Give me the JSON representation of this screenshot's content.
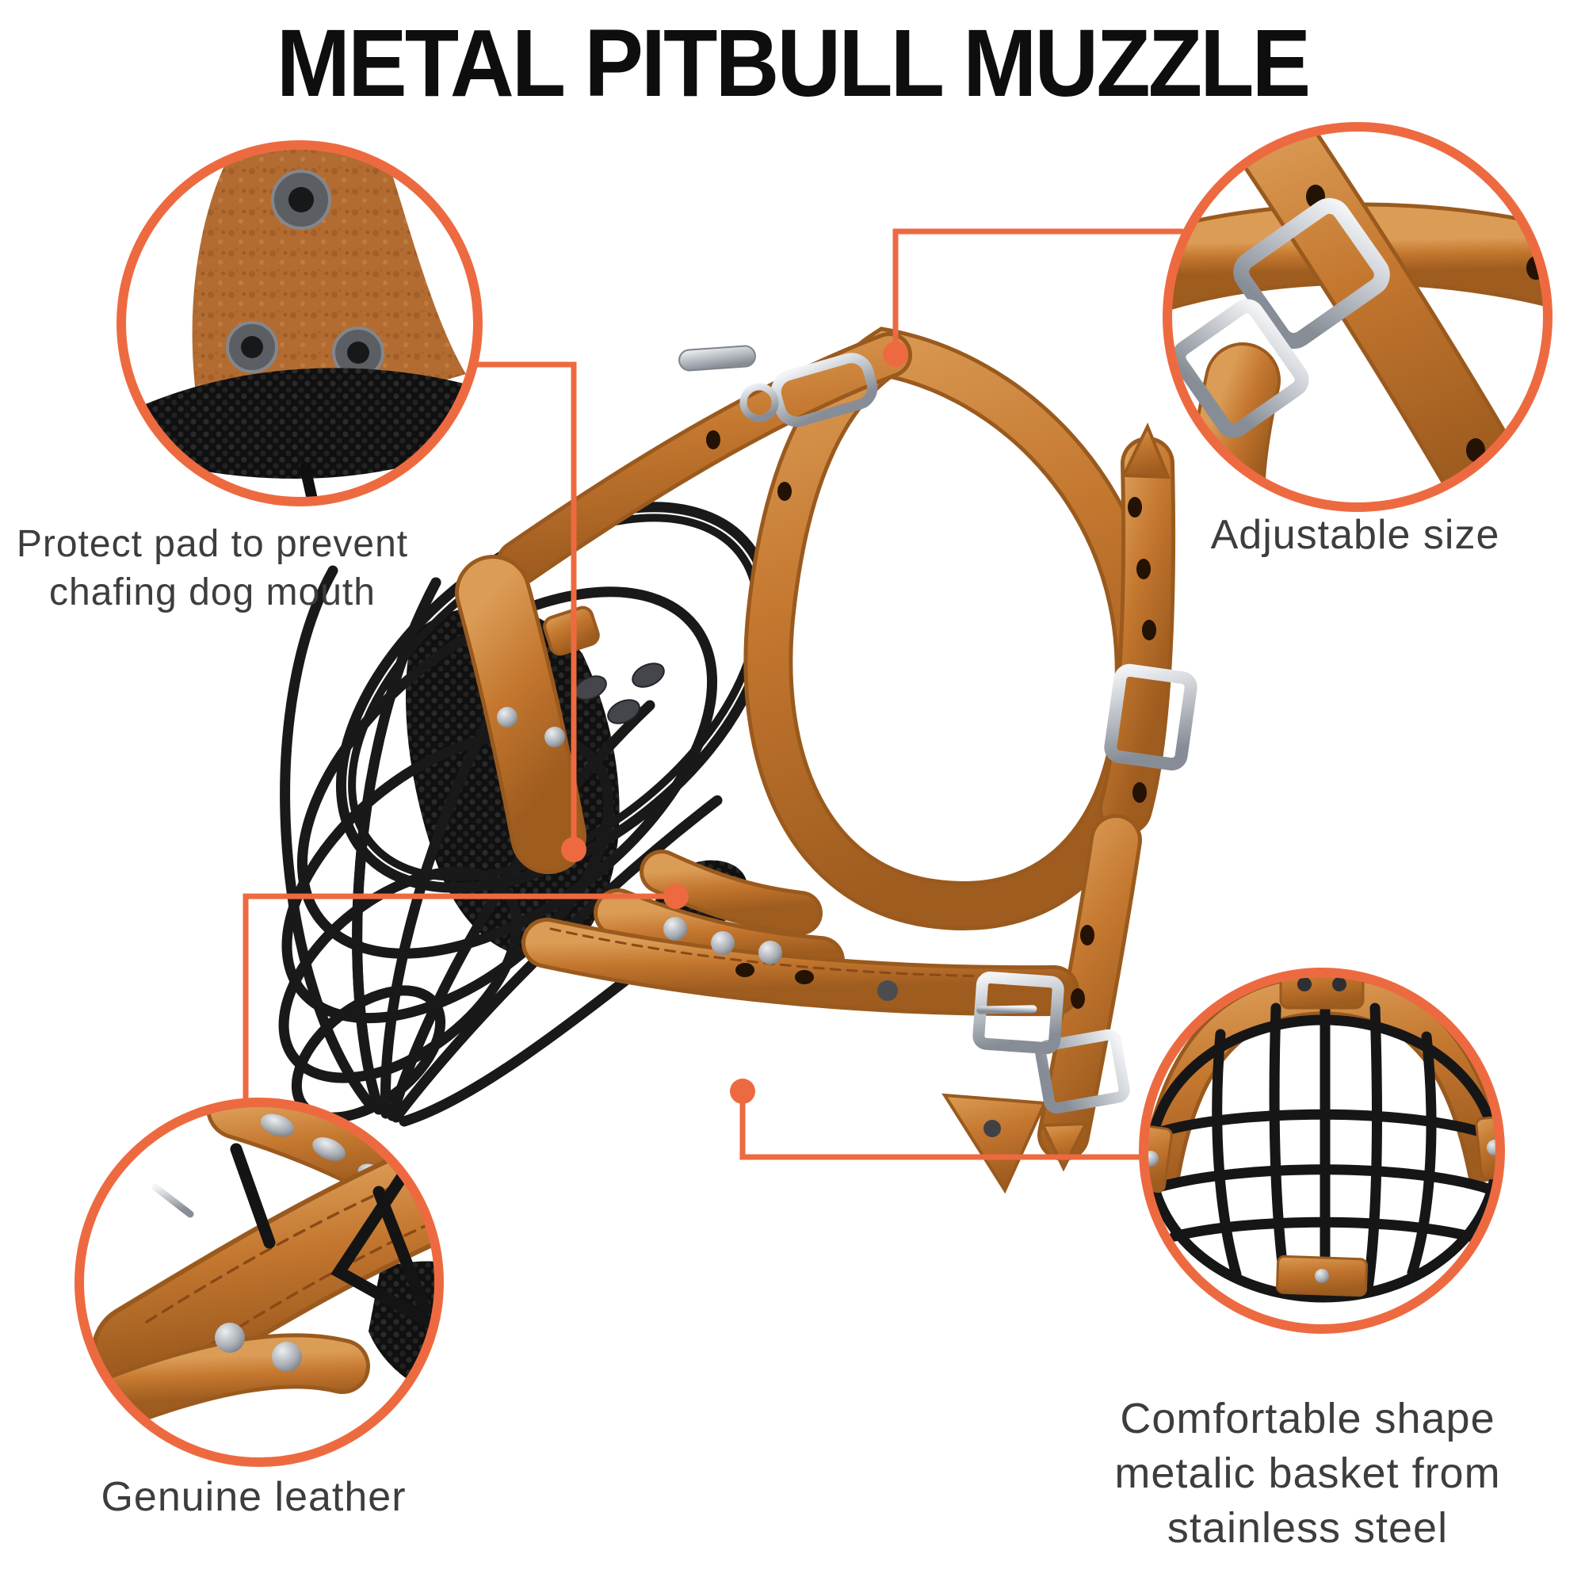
{
  "title": "METAL PITBULL MUZZLE",
  "theme": {
    "accent_color": "#ED6A41",
    "label_color": "#3D3D3D",
    "title_color": "#0E0E0E",
    "leather_color": "#C4772F",
    "wire_color": "#1A1A1A",
    "mesh_color": "#121212",
    "metal_color": "#C2C6CC",
    "background": "#FFFFFF"
  },
  "callouts": {
    "protect_pad": {
      "label": "Protect pad to prevent\nchafing dog mouth"
    },
    "adjustable_size": {
      "label": "Adjustable size"
    },
    "genuine_leather": {
      "label": "Genuine leather"
    },
    "stainless_basket": {
      "label": "Comfortable shape\nmetalic basket from\nstainless steel"
    }
  }
}
